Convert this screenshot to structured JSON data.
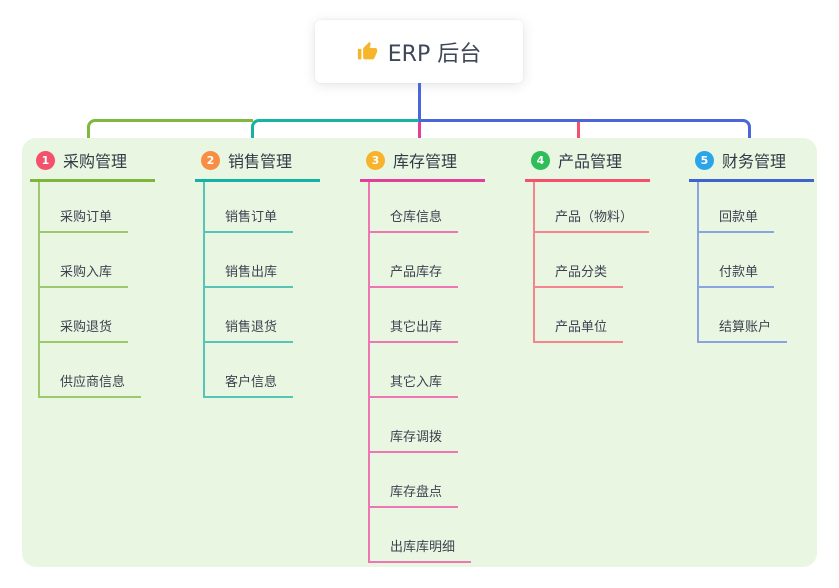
{
  "root": {
    "title": "ERP 后台",
    "icon": "thumbs-up-icon",
    "icon_color": "#f6b62b"
  },
  "panel": {
    "background": "#e9f6e2"
  },
  "connector": {
    "green": "#7fb83f",
    "teal": "#16b2a4",
    "blue": "#4a66d8",
    "magenta_drop": "#e23f9b",
    "red_drop": "#f4516c"
  },
  "branches": [
    {
      "num": "1",
      "label": "采购管理",
      "circle": "#f4516c",
      "line": "#7db53d",
      "sub_line": "#9cc96e",
      "items": [
        "采购订单",
        "采购入库",
        "采购退货",
        "供应商信息"
      ]
    },
    {
      "num": "2",
      "label": "销售管理",
      "circle": "#f78e44",
      "line": "#14b2a5",
      "sub_line": "#56c5b8",
      "items": [
        "销售订单",
        "销售出库",
        "销售退货",
        "客户信息"
      ]
    },
    {
      "num": "3",
      "label": "库存管理",
      "circle": "#f7b32c",
      "line": "#e03f9b",
      "sub_line": "#ef76b4",
      "items": [
        "仓库信息",
        "产品库存",
        "其它出库",
        "其它入库",
        "库存调拨",
        "库存盘点",
        "出库库明细"
      ]
    },
    {
      "num": "4",
      "label": "产品管理",
      "circle": "#2ebd59",
      "line": "#f4516c",
      "sub_line": "#f5848f",
      "items": [
        "产品（物料）",
        "产品分类",
        "产品单位"
      ]
    },
    {
      "num": "5",
      "label": "财务管理",
      "circle": "#2aa5ea",
      "line": "#3e63cf",
      "sub_line": "#89a4e0",
      "items": [
        "回款单",
        "付款单",
        "结算账户"
      ]
    }
  ]
}
